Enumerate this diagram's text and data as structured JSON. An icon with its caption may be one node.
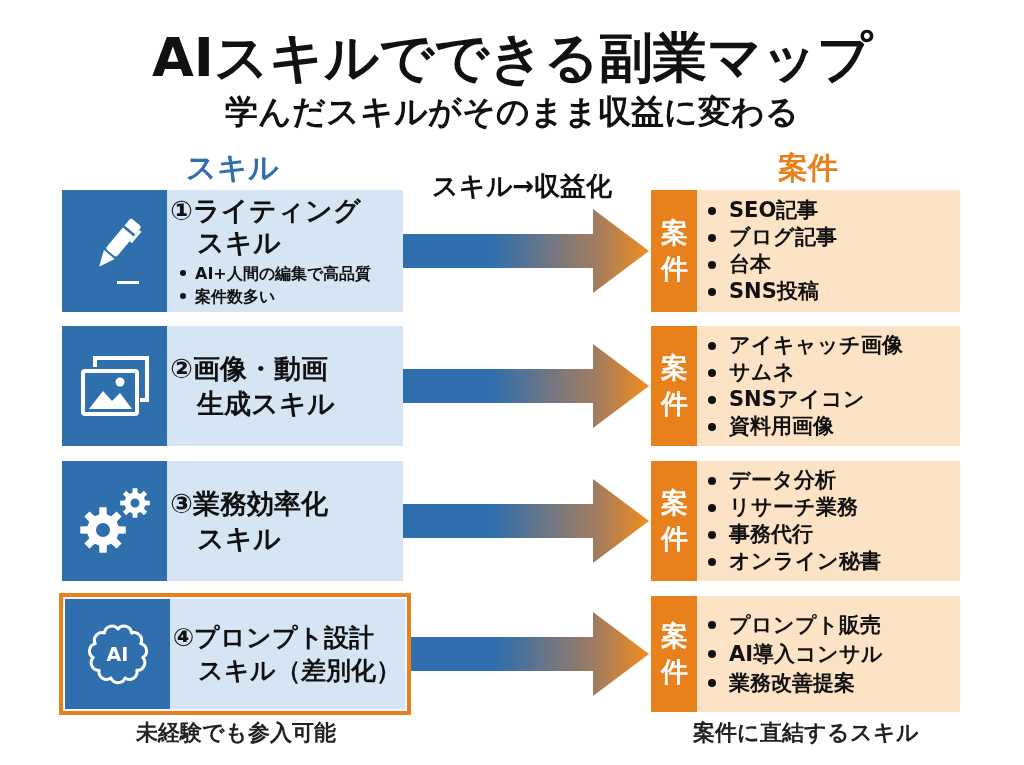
{
  "diagram": {
    "title": "AIスキルでできる副業マップ",
    "nodes": [
      {
        "text": [
          "①ライティングスキル",
          "AI+人間の編集で高品質",
          "案件数多い"
        ]
      },
      {
        "text": [
          "SEO記事",
          "ブログ記事",
          "台本",
          "SNS投稿"
        ]
      },
      {
        "text": [
          "案件"
        ],
        "in": 1
      },
      {
        "text": [
          "②画像・動画生成スキル"
        ]
      },
      {
        "text": [
          "アイキャッチ画像",
          "サムネ",
          "SNSアイコン",
          "資料用画像"
        ]
      },
      {
        "text": [
          "案件"
        ],
        "in": 4
      },
      {
        "text": [
          "③業務効率化スキル"
        ]
      },
      {
        "text": [
          "データ分析",
          "リサーチ業務",
          "事務代行",
          "オンライン秘書"
        ]
      },
      {
        "text": [
          "案件"
        ],
        "in": 7
      },
      {
        "text": [
          "④プロンプト設計スキル（差別化）"
        ]
      },
      {
        "text": [
          "プロンプト販売",
          "AI導入コンサル",
          "業務改善提案"
        ]
      },
      {
        "text": [
          "案件"
        ],
        "in": 10
      }
    ],
    "edges": [
      {
        "from": 0,
        "to": 1,
        "arrow": "to"
      },
      {
        "from": 3,
        "to": 4,
        "arrow": "to"
      },
      {
        "from": 6,
        "to": 7,
        "arrow": "to"
      },
      {
        "from": 9,
        "to": 10,
        "arrow": "to"
      }
    ],
    "labels": [
      "学んだスキルがそのまま収益に変わる",
      "スキル",
      "スキル→収益化",
      "案件",
      "AI",
      "未経験でも参入可能",
      "案件に直結するスキル"
    ]
  }
}
